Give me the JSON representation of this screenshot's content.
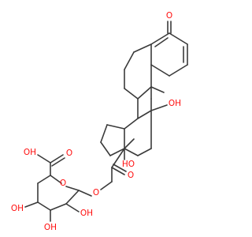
{
  "molecule": {
    "labels": {
      "ketone_o": "O",
      "oh_11": "OH",
      "me_10": "Me",
      "me_13": "Me",
      "oh_17": "HO",
      "o_20": "O",
      "o_21": "O",
      "ring_o": "O",
      "acid_o": "O",
      "acid_oh": "OH",
      "oh_3": "OH",
      "oh_4": "OH",
      "oh_5": "OH"
    },
    "colors": {
      "carbon": "#3a3a3a",
      "oxygen": "#ff0d0d",
      "background": "#ffffff"
    }
  }
}
